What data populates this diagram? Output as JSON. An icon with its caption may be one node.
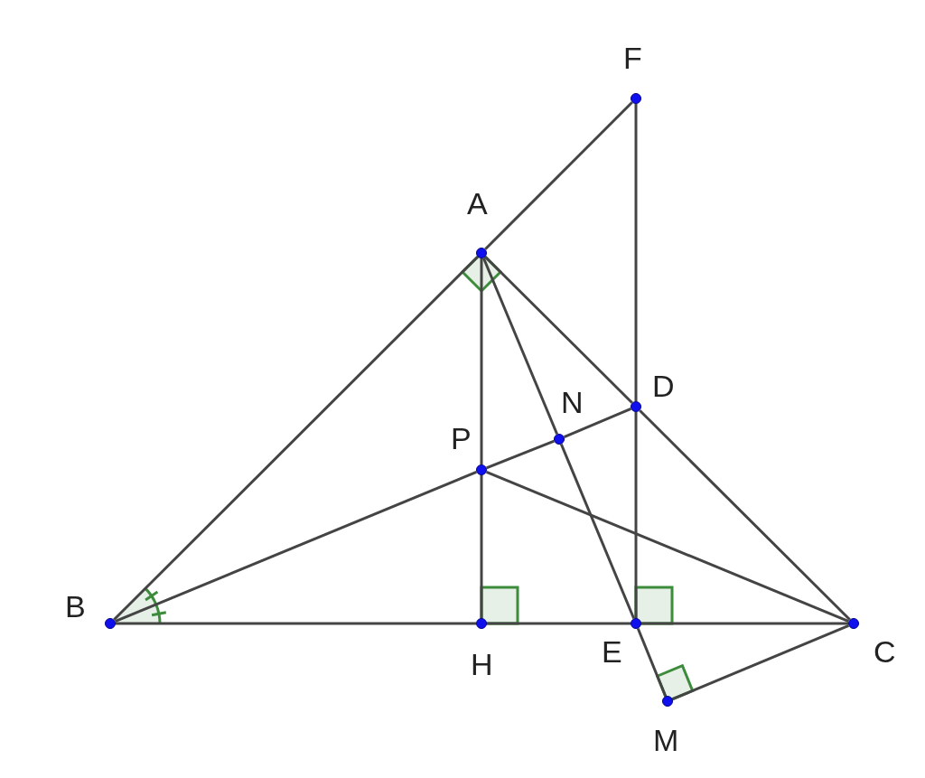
{
  "diagram": {
    "nodes": [
      {
        "text": [
          "F"
        ]
      },
      {
        "text": [
          "A"
        ]
      },
      {
        "text": [
          "D"
        ]
      },
      {
        "text": [
          "N"
        ]
      },
      {
        "text": [
          "P"
        ]
      },
      {
        "text": [
          "B"
        ]
      },
      {
        "text": [
          "H"
        ]
      },
      {
        "text": [
          "E"
        ]
      },
      {
        "text": [
          "C"
        ]
      },
      {
        "text": [
          "M"
        ]
      }
    ],
    "edges": [
      {
        "from": 0,
        "to": 1,
        "arrow": "none"
      },
      {
        "from": 0,
        "to": 2,
        "arrow": "none"
      },
      {
        "from": 1,
        "to": 5,
        "arrow": "none"
      },
      {
        "from": 1,
        "to": 2,
        "arrow": "none"
      },
      {
        "from": 2,
        "to": 8,
        "arrow": "none"
      },
      {
        "from": 1,
        "to": 4,
        "arrow": "none"
      },
      {
        "from": 4,
        "to": 6,
        "arrow": "none"
      },
      {
        "from": 1,
        "to": 3,
        "arrow": "none"
      },
      {
        "from": 3,
        "to": 7,
        "arrow": "none"
      },
      {
        "from": 5,
        "to": 4,
        "arrow": "none"
      },
      {
        "from": 4,
        "to": 3,
        "arrow": "none"
      },
      {
        "from": 3,
        "to": 2,
        "arrow": "none"
      },
      {
        "from": 4,
        "to": 8,
        "arrow": "none"
      },
      {
        "from": 2,
        "to": 7,
        "arrow": "none"
      },
      {
        "from": 5,
        "to": 6,
        "arrow": "none"
      },
      {
        "from": 6,
        "to": 7,
        "arrow": "none"
      },
      {
        "from": 7,
        "to": 8,
        "arrow": "none"
      },
      {
        "from": 7,
        "to": 9,
        "arrow": "none"
      },
      {
        "from": 9,
        "to": 8,
        "arrow": "none"
      }
    ]
  }
}
